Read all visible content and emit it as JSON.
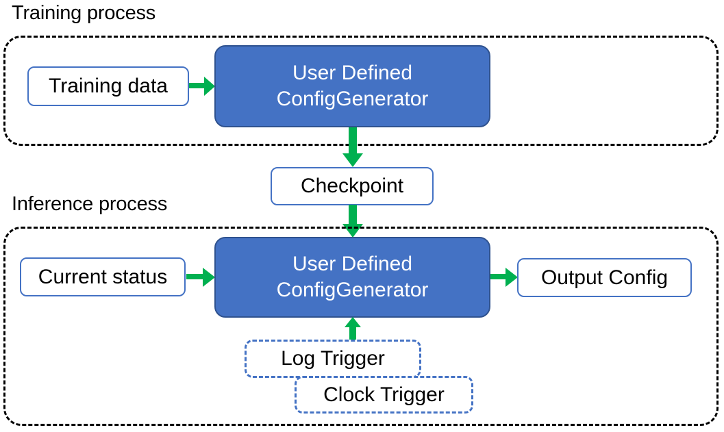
{
  "diagram": {
    "title_training": "Training process",
    "title_inference": "Inference process",
    "accent_green": "#00B050",
    "accent_blue": "#4472C4",
    "border_blue": "#2F528F",
    "container_border": "#000000"
  },
  "training": {
    "label": "Training process",
    "input": "Training data",
    "model_line1": "User Defined",
    "model_line2": "ConfigGenerator"
  },
  "bridge": {
    "checkpoint": "Checkpoint"
  },
  "inference": {
    "label": "Inference process",
    "input": "Current status",
    "model_line1": "User Defined",
    "model_line2": "ConfigGenerator",
    "output": "Output Config",
    "trigger_log": "Log Trigger",
    "trigger_clock": "Clock Trigger"
  }
}
